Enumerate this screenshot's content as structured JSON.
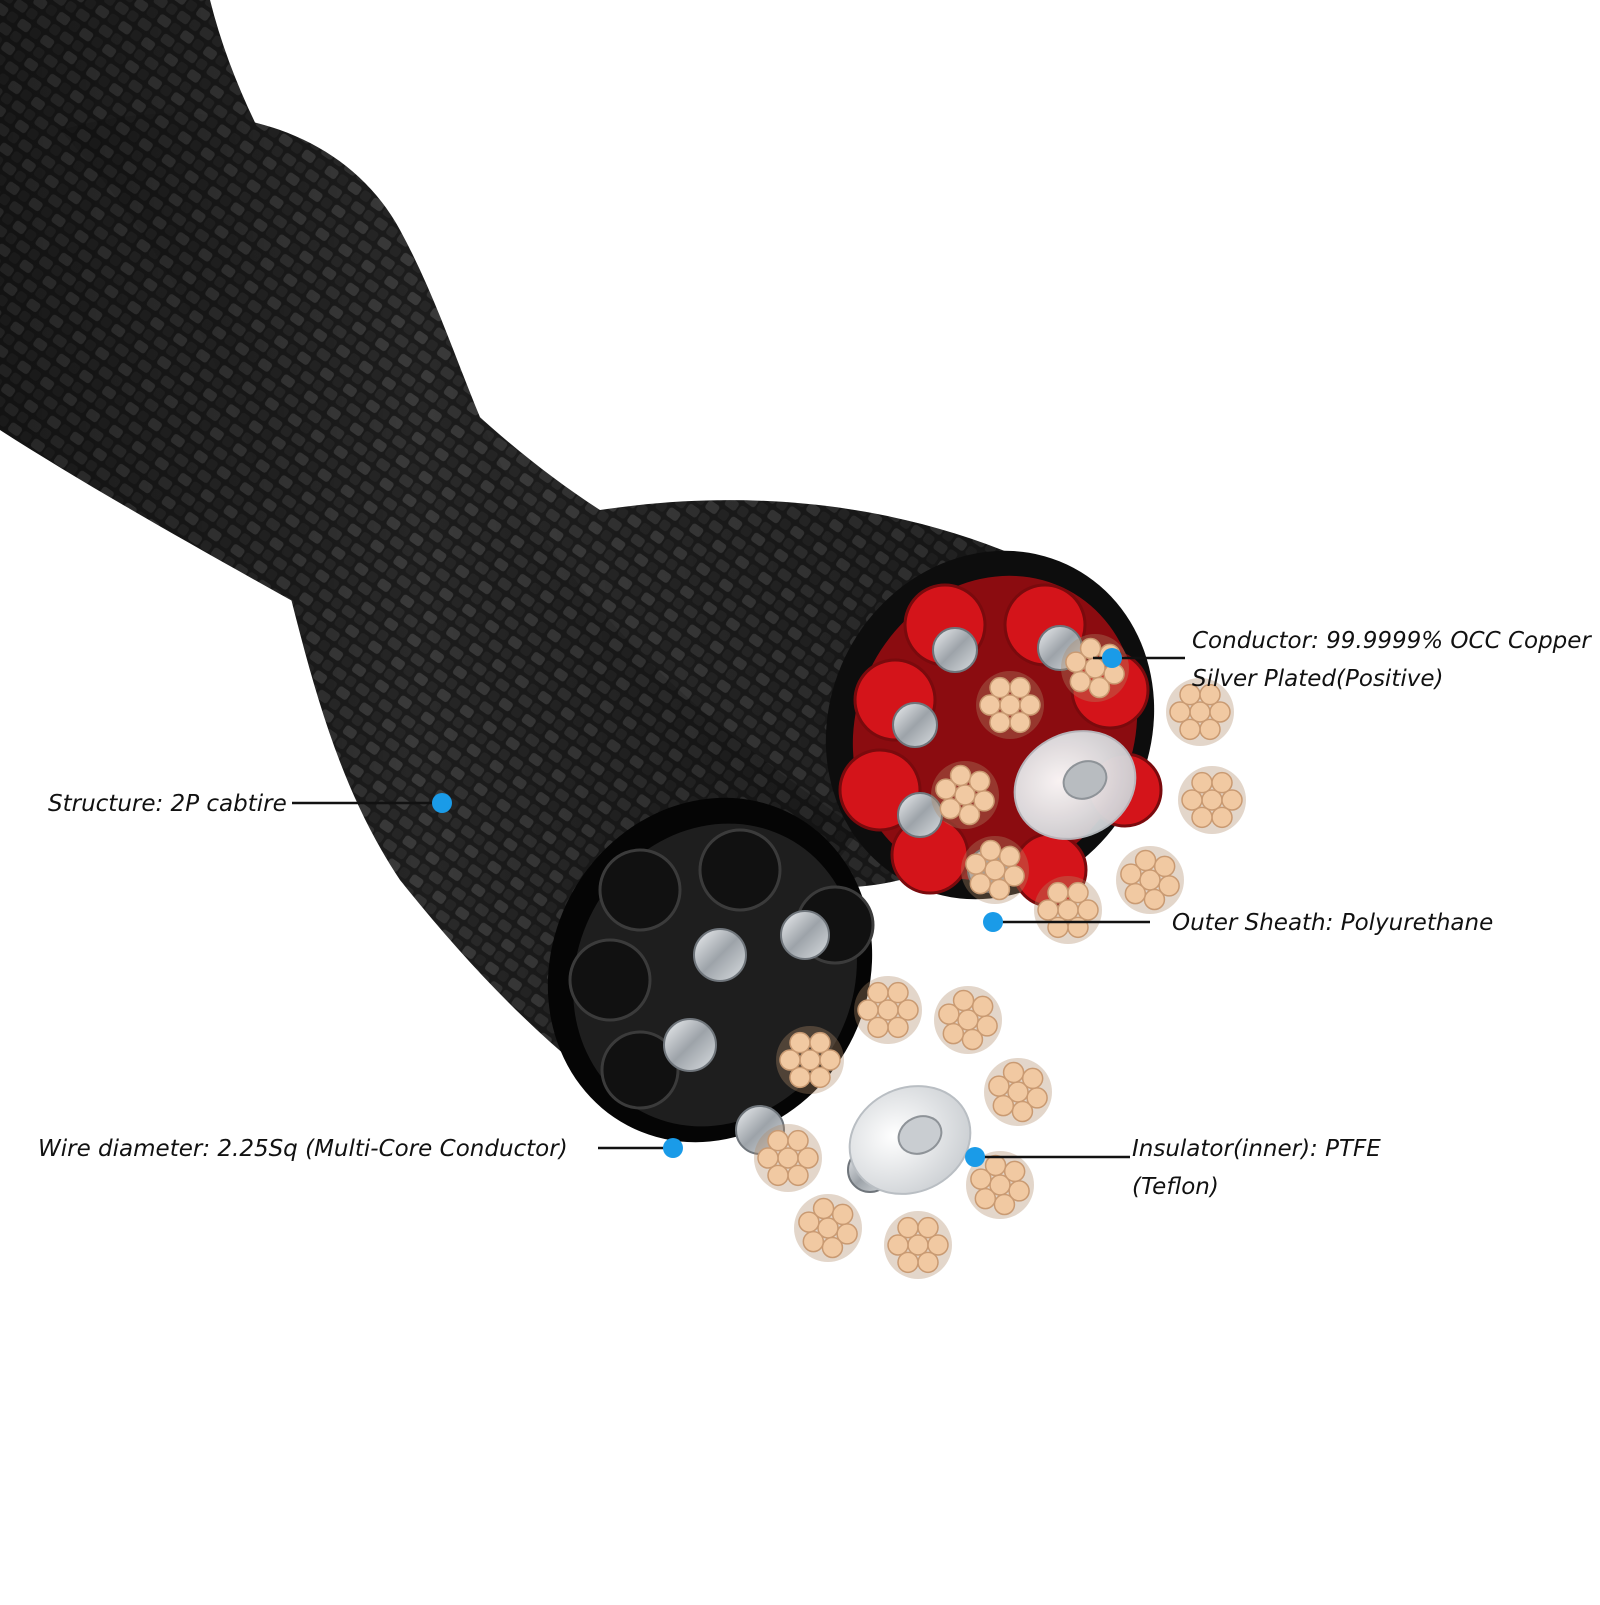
{
  "colors": {
    "background": "#ffffff",
    "cable_braid": "#1c1c1c",
    "sheath": "#0d0d0d",
    "positive_insulation": "#d4141a",
    "negative_insulation": "#101010",
    "copper_strand": "#f1c9a2",
    "silver_strand": "#c9cdd2",
    "ptfe_insulator": "#e6e9ec",
    "callout_dot": "#1a9be8",
    "callout_line": "#111111",
    "label_text": "#111111"
  },
  "icons": {
    "callout_marker": "dot-icon",
    "strand_bundle": "copper-strand-icon"
  },
  "labels": {
    "conductor": {
      "line1": "Conductor: 99.9999% OCC Copper",
      "line2": "Silver Plated(Positive)"
    },
    "structure": {
      "line1": "Structure: 2P cabtire"
    },
    "outer_sheath": {
      "line1": "Outer Sheath: Polyurethane"
    },
    "wire_diameter": {
      "line1": "Wire diameter: 2.25Sq (Multi-Core Conductor)"
    },
    "insulator": {
      "line1": "Insulator(inner): PTFE",
      "line2": "(Teflon)"
    }
  }
}
